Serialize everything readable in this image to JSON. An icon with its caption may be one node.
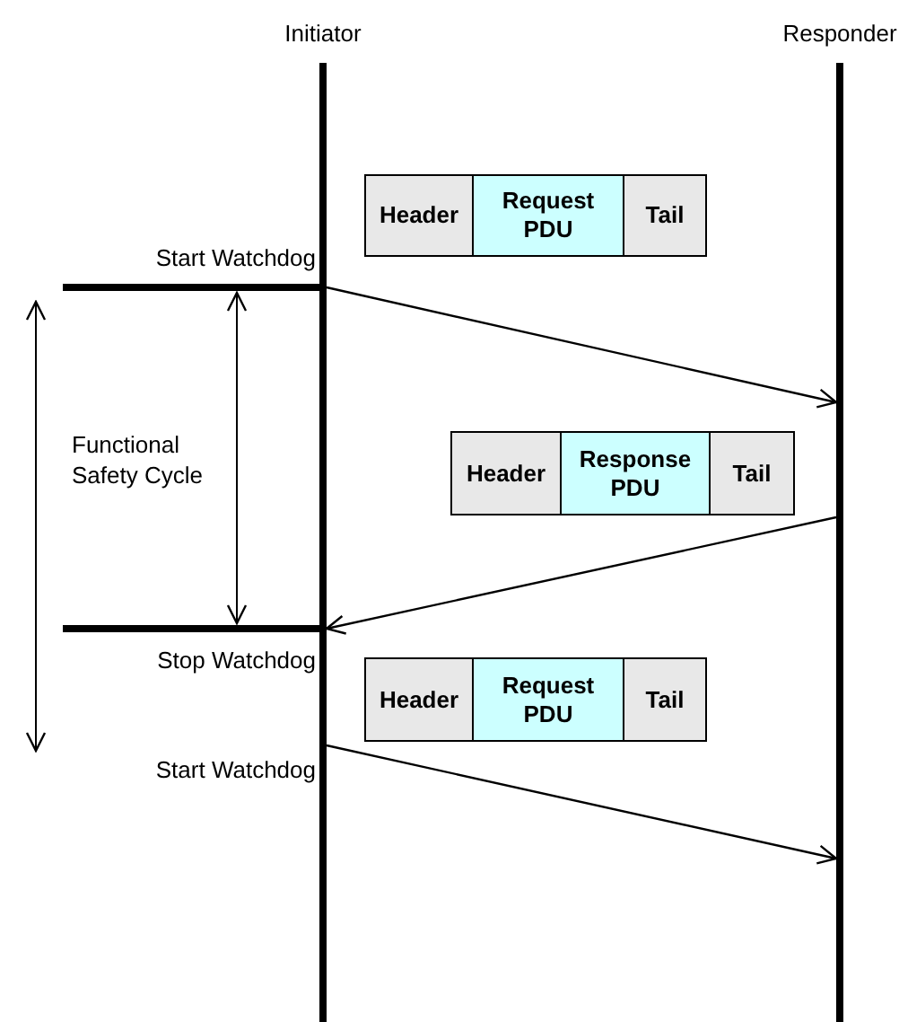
{
  "diagram": {
    "nodes": [
      {
        "text": [
          "Initiator"
        ]
      },
      {
        "text": [
          "Responder"
        ]
      },
      {
        "text": [
          "Header"
        ]
      },
      {
        "text": [
          "Request PDU"
        ]
      },
      {
        "text": [
          "Tail"
        ]
      },
      {
        "text": [
          "Header"
        ]
      },
      {
        "text": [
          "Response PDU"
        ]
      },
      {
        "text": [
          "Tail"
        ]
      },
      {
        "text": [
          "Header"
        ]
      },
      {
        "text": [
          "Request PDU"
        ]
      },
      {
        "text": [
          "Tail"
        ]
      }
    ],
    "edges": [
      {
        "from": 0,
        "to": 1,
        "arrow": "to"
      },
      {
        "from": 1,
        "to": 0,
        "arrow": "to"
      },
      {
        "from": 0,
        "to": 1,
        "arrow": "to"
      }
    ],
    "labels": [
      "Start Watchdog",
      "Functional Safety Cycle",
      "Stop Watchdog",
      "Start Watchdog"
    ]
  }
}
